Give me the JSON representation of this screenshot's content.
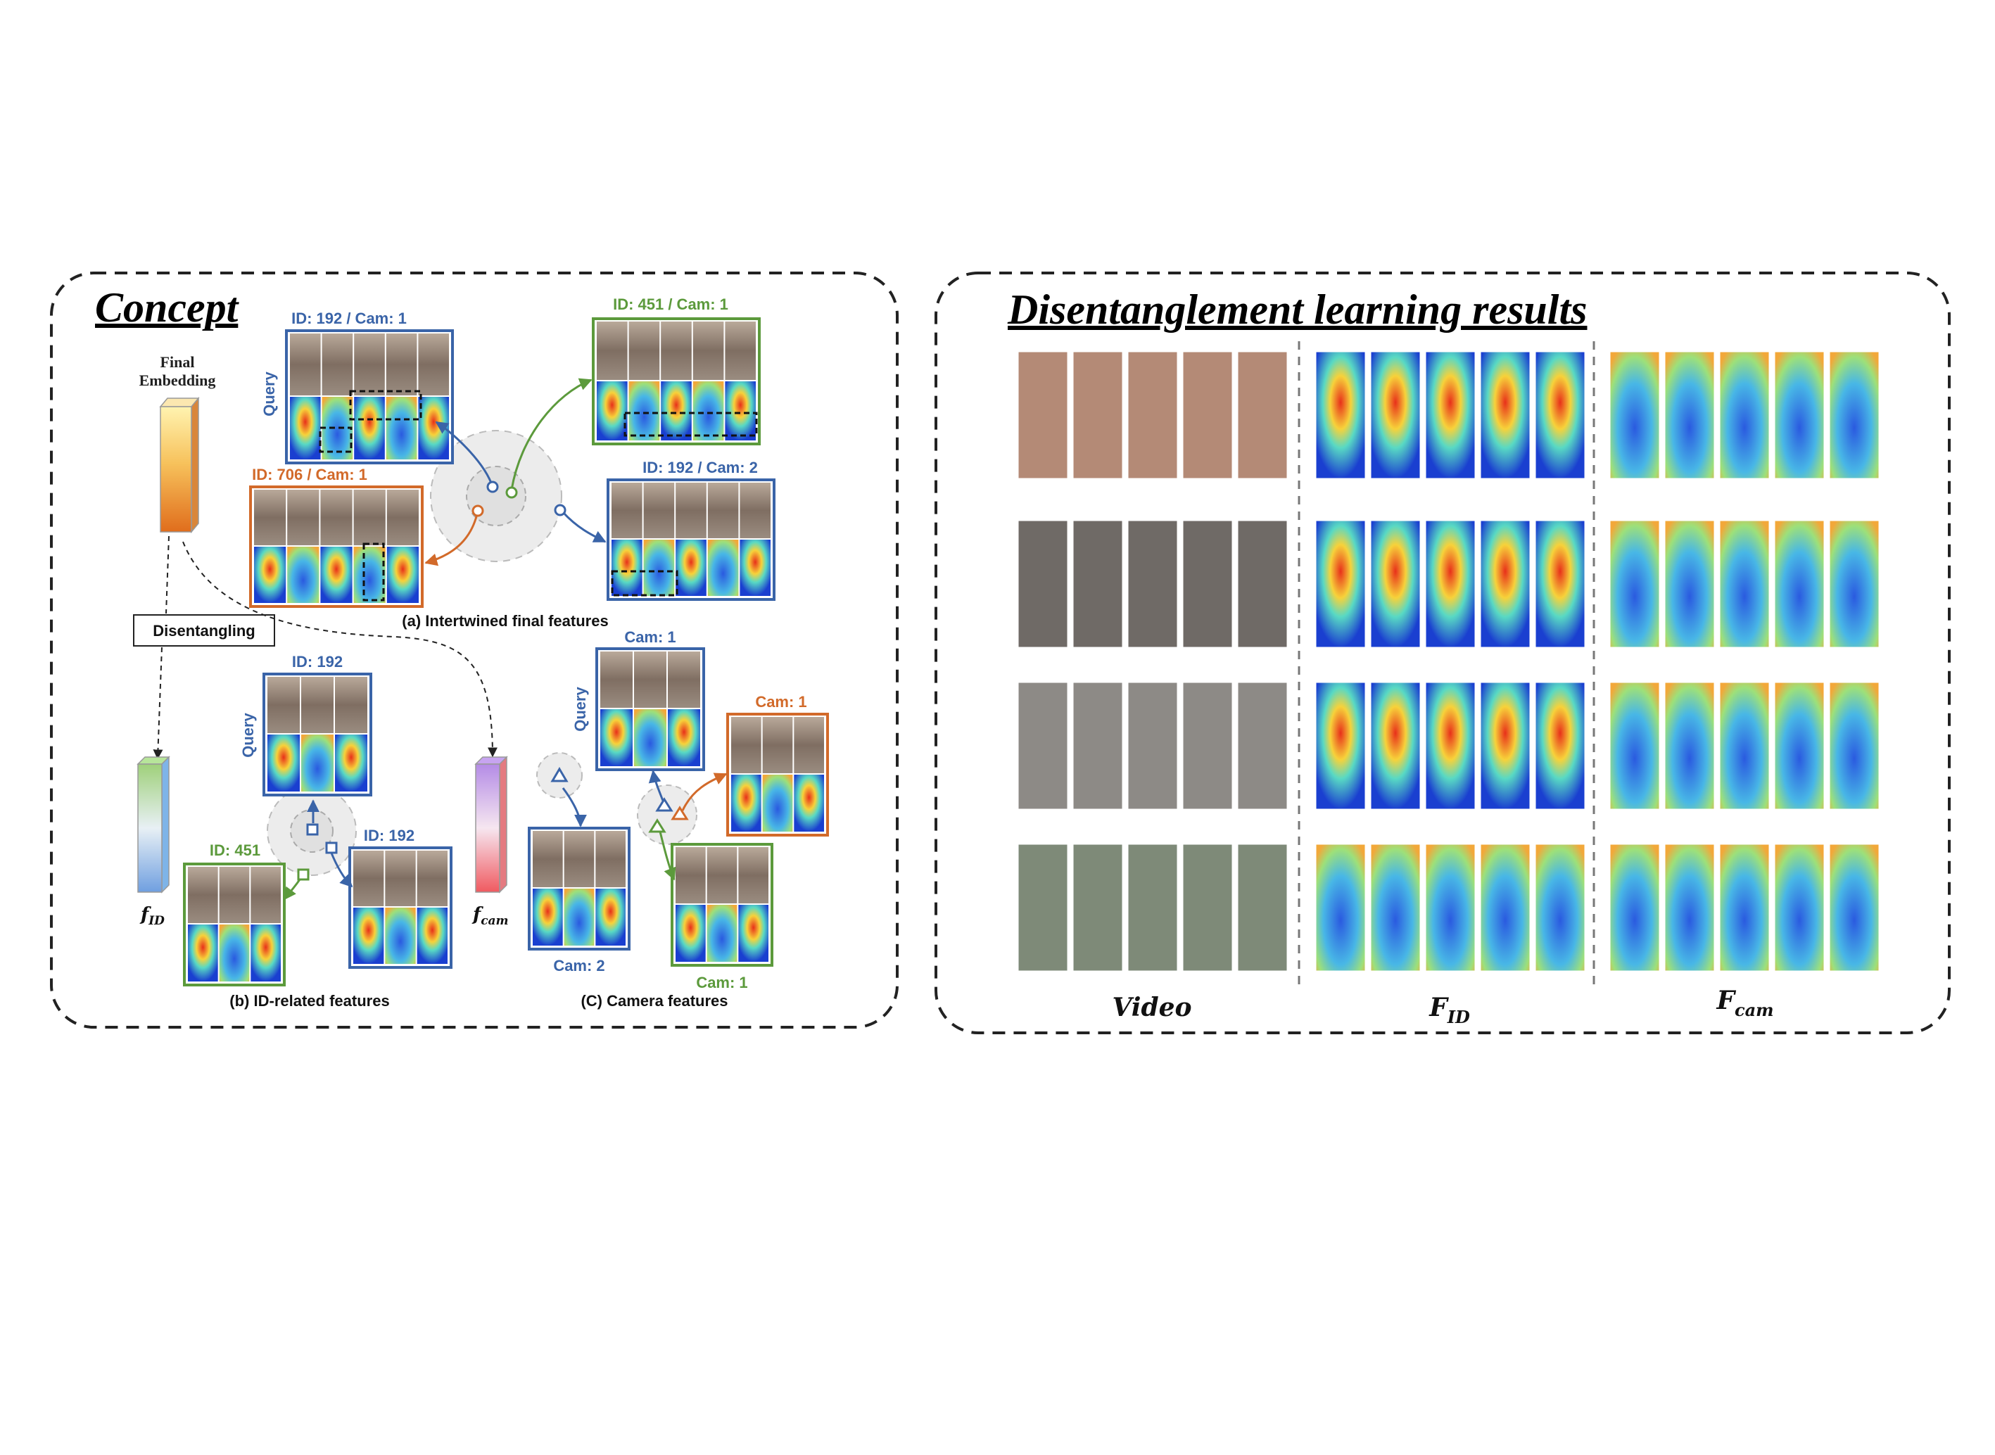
{
  "concept": {
    "title": "Concept",
    "final_embedding": [
      "Final",
      "Embedding"
    ],
    "disentangling": "Disentangling",
    "f_id": {
      "base": "f",
      "sub": "ID"
    },
    "f_cam": {
      "base": "f",
      "sub": "cam"
    },
    "query": "Query",
    "section_a": {
      "caption": "(a) Intertwined final features",
      "cards": [
        {
          "label": "ID: 192 / Cam: 1",
          "color": "#3a64a8"
        },
        {
          "label": "ID: 451 / Cam: 1",
          "color": "#5c9a3c"
        },
        {
          "label": "ID: 706 / Cam: 1",
          "color": "#d26a2a"
        },
        {
          "label": "ID: 192 / Cam: 2",
          "color": "#3a64a8"
        }
      ]
    },
    "section_b": {
      "caption": "(b) ID-related features",
      "cards": [
        {
          "label": "ID: 192",
          "color": "#3a64a8"
        },
        {
          "label": "ID: 451",
          "color": "#5c9a3c"
        },
        {
          "label": "ID: 192",
          "color": "#3a64a8"
        }
      ]
    },
    "section_c": {
      "caption": "(C) Camera features",
      "cards": [
        {
          "label": "Cam: 1",
          "color": "#3a64a8"
        },
        {
          "label": "Cam: 1",
          "color": "#d26a2a"
        },
        {
          "label": "Cam: 2",
          "color": "#3a64a8"
        },
        {
          "label": "Cam: 1",
          "color": "#5c9a3c"
        }
      ]
    }
  },
  "results": {
    "title": "Disentanglement learning results",
    "columns": [
      {
        "label": "Video"
      },
      {
        "base": "F",
        "sub": "ID"
      },
      {
        "base": "F",
        "sub": "cam"
      }
    ],
    "row_count": 4,
    "frames_per_clip": 5
  },
  "colors": {
    "blue": "#3a64a8",
    "green": "#5c9a3c",
    "orange": "#d26a2a",
    "heat_cold": "#1a2fb0",
    "heat_hot": "#e8301a"
  }
}
